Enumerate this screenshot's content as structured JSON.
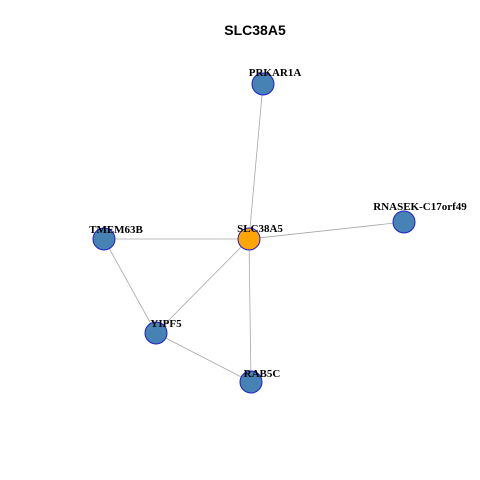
{
  "title": "SLC38A5",
  "colors": {
    "center_fill": "#FFA500",
    "neighbor_fill": "#4682B4",
    "node_stroke": "#1E1ECF",
    "edge": "#A6A6A6"
  },
  "nodes": [
    {
      "id": "SLC38A5",
      "label": "SLC38A5",
      "role": "center"
    },
    {
      "id": "PRKAR1A",
      "label": "PRKAR1A",
      "role": "neighbor"
    },
    {
      "id": "RNASEK-C17orf49",
      "label": "RNASEK-C17orf49",
      "role": "neighbor"
    },
    {
      "id": "TMEM63B",
      "label": "TMEM63B",
      "role": "neighbor"
    },
    {
      "id": "YIPF5",
      "label": "YIPF5",
      "role": "neighbor"
    },
    {
      "id": "RAB5C",
      "label": "RAB5C",
      "role": "neighbor"
    }
  ],
  "edges": [
    [
      "SLC38A5",
      "PRKAR1A"
    ],
    [
      "SLC38A5",
      "RNASEK-C17orf49"
    ],
    [
      "SLC38A5",
      "TMEM63B"
    ],
    [
      "SLC38A5",
      "YIPF5"
    ],
    [
      "SLC38A5",
      "RAB5C"
    ],
    [
      "TMEM63B",
      "YIPF5"
    ],
    [
      "YIPF5",
      "RAB5C"
    ]
  ]
}
